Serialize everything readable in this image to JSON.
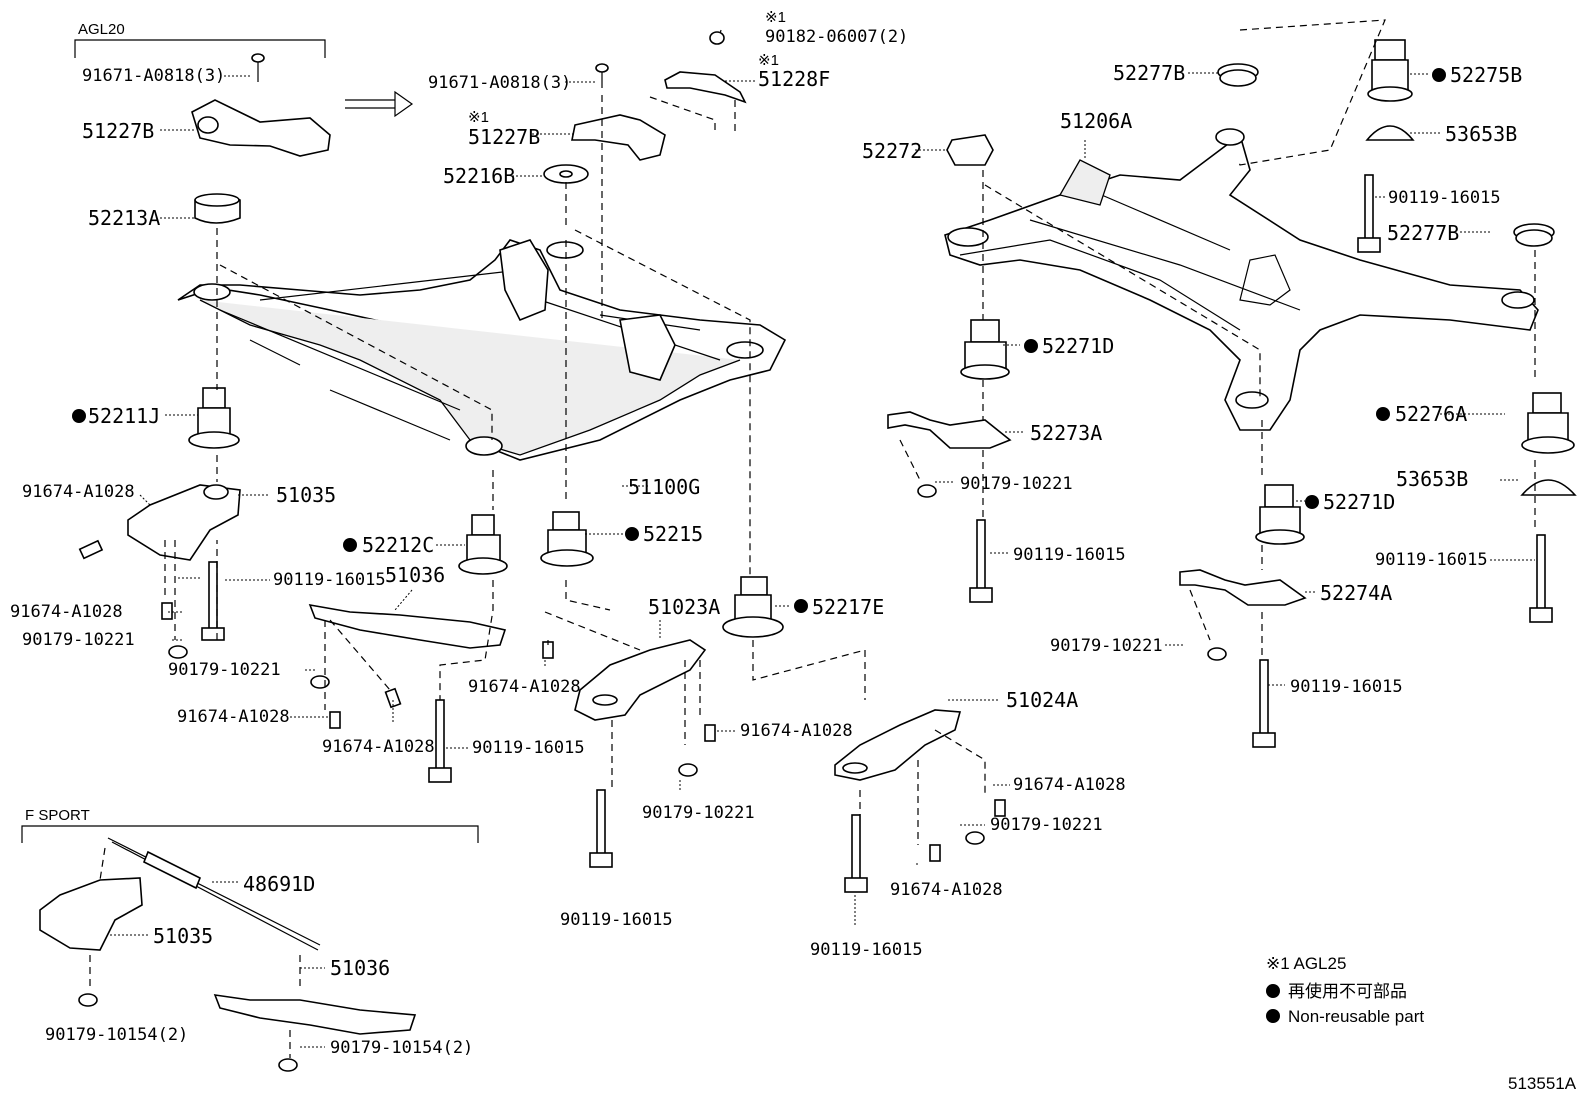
{
  "groups": {
    "agl20": "AGL20",
    "f_sport": "F SPORT"
  },
  "labels": {
    "p_91671_a": "91671-A0818(3)",
    "p_51227b_a": "51227B",
    "p_91671_b": "91671-A0818(3)",
    "p_51227b_b": "51227B",
    "mark_51227b": "※1",
    "p_90182": "90182-06007(2)",
    "mark_90182": "※1",
    "p_51228f": "51228F",
    "mark_51228f": "※1",
    "p_52216b": "52216B",
    "p_52213a": "52213A",
    "p_52211j": "52211J",
    "p_91674_1": "91674-A1028",
    "p_51035_a": "51035",
    "p_91674_2": "91674-A1028",
    "p_90179_1": "90179-10221",
    "p_90119_1": "90119-16015",
    "p_52212c": "52212C",
    "p_51036_a": "51036",
    "p_90179_2": "90179-10221",
    "p_91674_3": "91674-A1028",
    "p_91674_4": "91674-A1028",
    "p_90119_2": "90119-16015",
    "p_52215": "52215",
    "p_51100g": "51100G",
    "p_51023a": "51023A",
    "p_91674_5": "91674-A1028",
    "p_91674_6": "91674-A1028",
    "p_90179_3": "90179-10221",
    "p_90119_3": "90119-16015",
    "p_52217e": "52217E",
    "p_51024a": "51024A",
    "p_91674_7": "91674-A1028",
    "p_90179_4": "90179-10221",
    "p_91674_8": "91674-A1028",
    "p_90119_4": "90119-16015",
    "p_52277b_a": "52277B",
    "p_52275b": "52275B",
    "p_51206a": "51206A",
    "p_53653b_a": "53653B",
    "p_52272": "52272",
    "p_90119_5": "90119-16015",
    "p_52277b_b": "52277B",
    "p_52271d_a": "52271D",
    "p_52273a": "52273A",
    "p_90179_5": "90179-10221",
    "p_90119_6": "90119-16015",
    "p_52276a": "52276A",
    "p_53653b_b": "53653B",
    "p_52271d_b": "52271D",
    "p_90119_7": "90119-16015",
    "p_52274a": "52274A",
    "p_90179_6": "90179-10221",
    "p_90119_8": "90119-16015",
    "p_48691d": "48691D",
    "p_51035_b": "51035",
    "p_51036_b": "51036",
    "p_90179_7": "90179-10154(2)",
    "p_90179_8": "90179-10154(2)"
  },
  "legend": {
    "note1": "※1 AGL25",
    "bullet_jp": "再使用不可部品",
    "bullet_en": "Non-reusable part"
  },
  "figure_id": "513551A"
}
